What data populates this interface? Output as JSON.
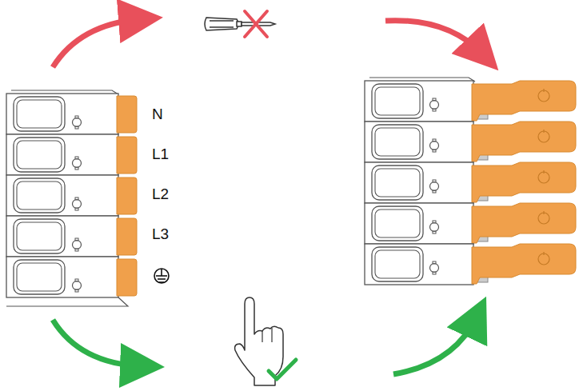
{
  "diagram": {
    "labels": [
      "N",
      "L1",
      "L2",
      "L3"
    ]
  }
}
